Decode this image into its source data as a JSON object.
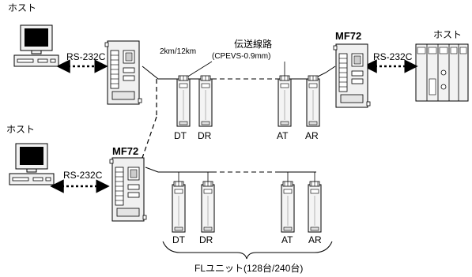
{
  "labels": {
    "host": "ホスト",
    "rs232c": "RS-232C",
    "mf72": "MF72",
    "distance": "2km/12km",
    "line_name": "伝送線路",
    "line_spec": "(CPEVS-0.9mm)",
    "dt": "DT",
    "dr": "DR",
    "at": "AT",
    "ar": "AR",
    "fl_unit": "FLユニット(128台/240台)"
  }
}
